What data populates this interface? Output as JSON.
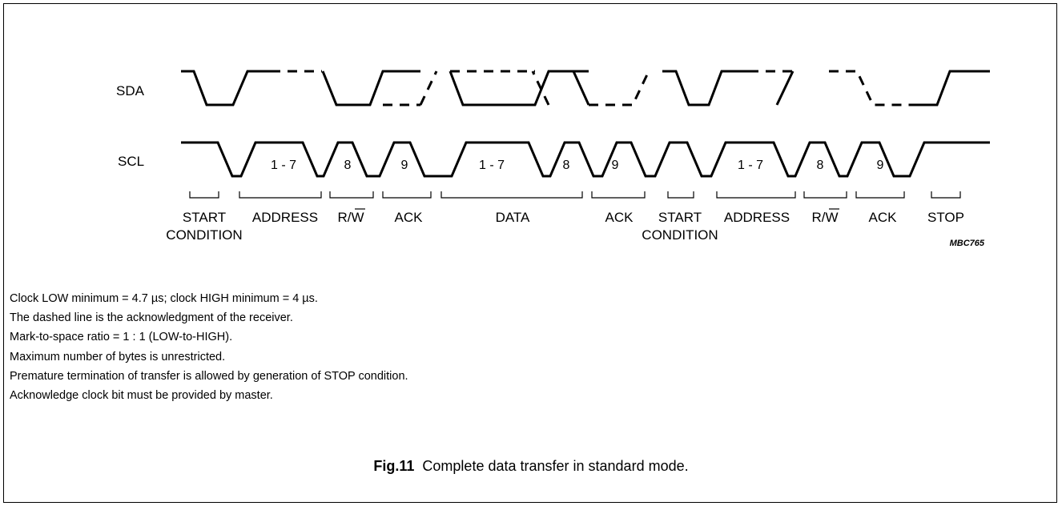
{
  "signals": {
    "sda": "SDA",
    "scl": "SCL"
  },
  "clock_numbers": [
    "1 - 7",
    "8",
    "9",
    "1 - 7",
    "8",
    "9",
    "1 - 7",
    "8",
    "9"
  ],
  "phases": [
    "START",
    "CONDITION",
    "ADDRESS",
    "R/W",
    "ACK",
    "DATA",
    "ACK",
    "START",
    "CONDITION",
    "ADDRESS",
    "R/W",
    "ACK",
    "STOP"
  ],
  "figure_code": "MBC765",
  "notes": [
    "Clock LOW minimum = 4.7 µs; clock HIGH minimum = 4 µs.",
    "The dashed line is the acknowledgment of the receiver.",
    "Mark-to-space ratio = 1 : 1 (LOW-to-HIGH).",
    "Maximum number of bytes is unrestricted.",
    "Premature termination of transfer is allowed by generation of STOP condition.",
    "Acknowledge clock bit must be provided by master."
  ],
  "caption": {
    "fig": "Fig.11",
    "text": "Complete data transfer in standard mode."
  }
}
